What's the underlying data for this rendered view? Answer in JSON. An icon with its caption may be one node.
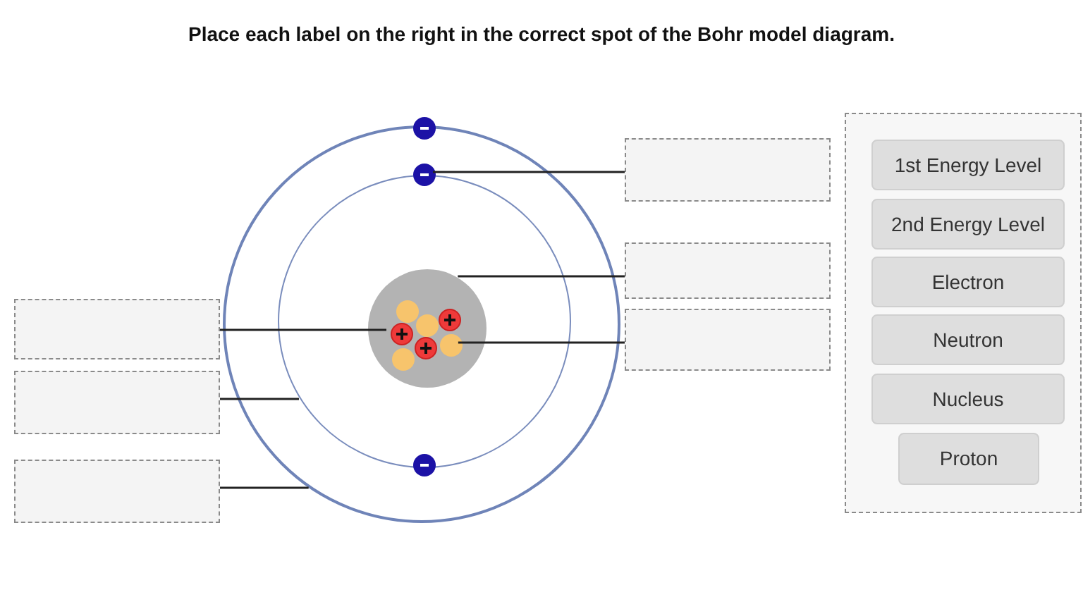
{
  "diagram": {
    "title": "Place each label on the right in the correct spot of the Bohr model diagram.",
    "nodes": [
      {
        "text": [],
        "shape": "circle"
      },
      {
        "text": [],
        "shape": "circle",
        "in": 0
      },
      {
        "text": [],
        "shape": "circle",
        "in": 0
      },
      {
        "text": [],
        "shape": "circle",
        "in": 0
      },
      {
        "text": [],
        "shape": "circle",
        "in": 2
      },
      {
        "text": [],
        "shape": "circle",
        "in": 4
      },
      {
        "text": [],
        "shape": "circle",
        "in": 4
      },
      {
        "text": [],
        "shape": "circle",
        "in": 4
      },
      {
        "text": [],
        "shape": "circle",
        "in": 4
      },
      {
        "text": [],
        "shape": "circle",
        "in": 4
      },
      {
        "text": [],
        "shape": "circle",
        "in": 4
      },
      {
        "text": [],
        "shape": "circle",
        "in": 4
      },
      {
        "text": [],
        "shape": "circle",
        "in": 0
      },
      {
        "text": [],
        "shape": "box"
      },
      {
        "text": [],
        "shape": "box"
      },
      {
        "text": [],
        "shape": "box"
      },
      {
        "text": [],
        "shape": "box"
      },
      {
        "text": [],
        "shape": "box"
      },
      {
        "text": [],
        "shape": "box"
      },
      {
        "text": [],
        "shape": "box"
      },
      {
        "text": [
          "1st Energy Level"
        ],
        "in": 19
      },
      {
        "text": [
          "2nd Energy Level"
        ],
        "in": 19
      },
      {
        "text": [
          "Electron"
        ],
        "in": 19
      },
      {
        "text": [
          "Neutron"
        ],
        "in": 19
      },
      {
        "text": [
          "Nucleus"
        ],
        "in": 19
      },
      {
        "text": [
          "Proton"
        ],
        "in": 19
      }
    ],
    "edges": [
      {
        "from": 13,
        "to": 3,
        "arrow": "none"
      },
      {
        "from": 14,
        "to": 4,
        "arrow": "none"
      },
      {
        "from": 15,
        "to": 9,
        "arrow": "none"
      },
      {
        "from": 16,
        "to": 8,
        "arrow": "none"
      },
      {
        "from": 17,
        "to": 2,
        "arrow": "none"
      },
      {
        "from": 18,
        "to": 0,
        "arrow": "none"
      }
    ]
  }
}
